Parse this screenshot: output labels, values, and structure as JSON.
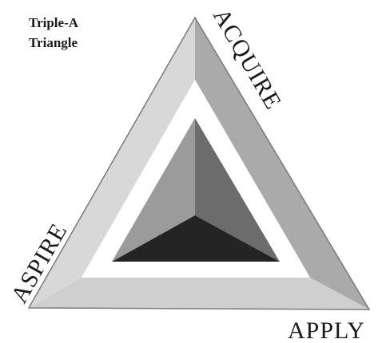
{
  "title": {
    "line1": "Triple-A",
    "line2": "Triangle"
  },
  "labels": {
    "acquire": "ACQUIRE",
    "aspire": "ASPIRE",
    "apply": "APPLY"
  },
  "colors": {
    "outer_left_face": "#d8d8d8",
    "outer_right_face": "#aaaaaa",
    "outer_bottom_face": "#cfcfcf",
    "outer_outline": "#7a7a7a",
    "white_band": "#ffffff",
    "pyramid_left_face": "#9b9b9b",
    "pyramid_right_face": "#6c6c6c",
    "pyramid_bottom_face": "#242424",
    "text": "#1a1a1a"
  }
}
